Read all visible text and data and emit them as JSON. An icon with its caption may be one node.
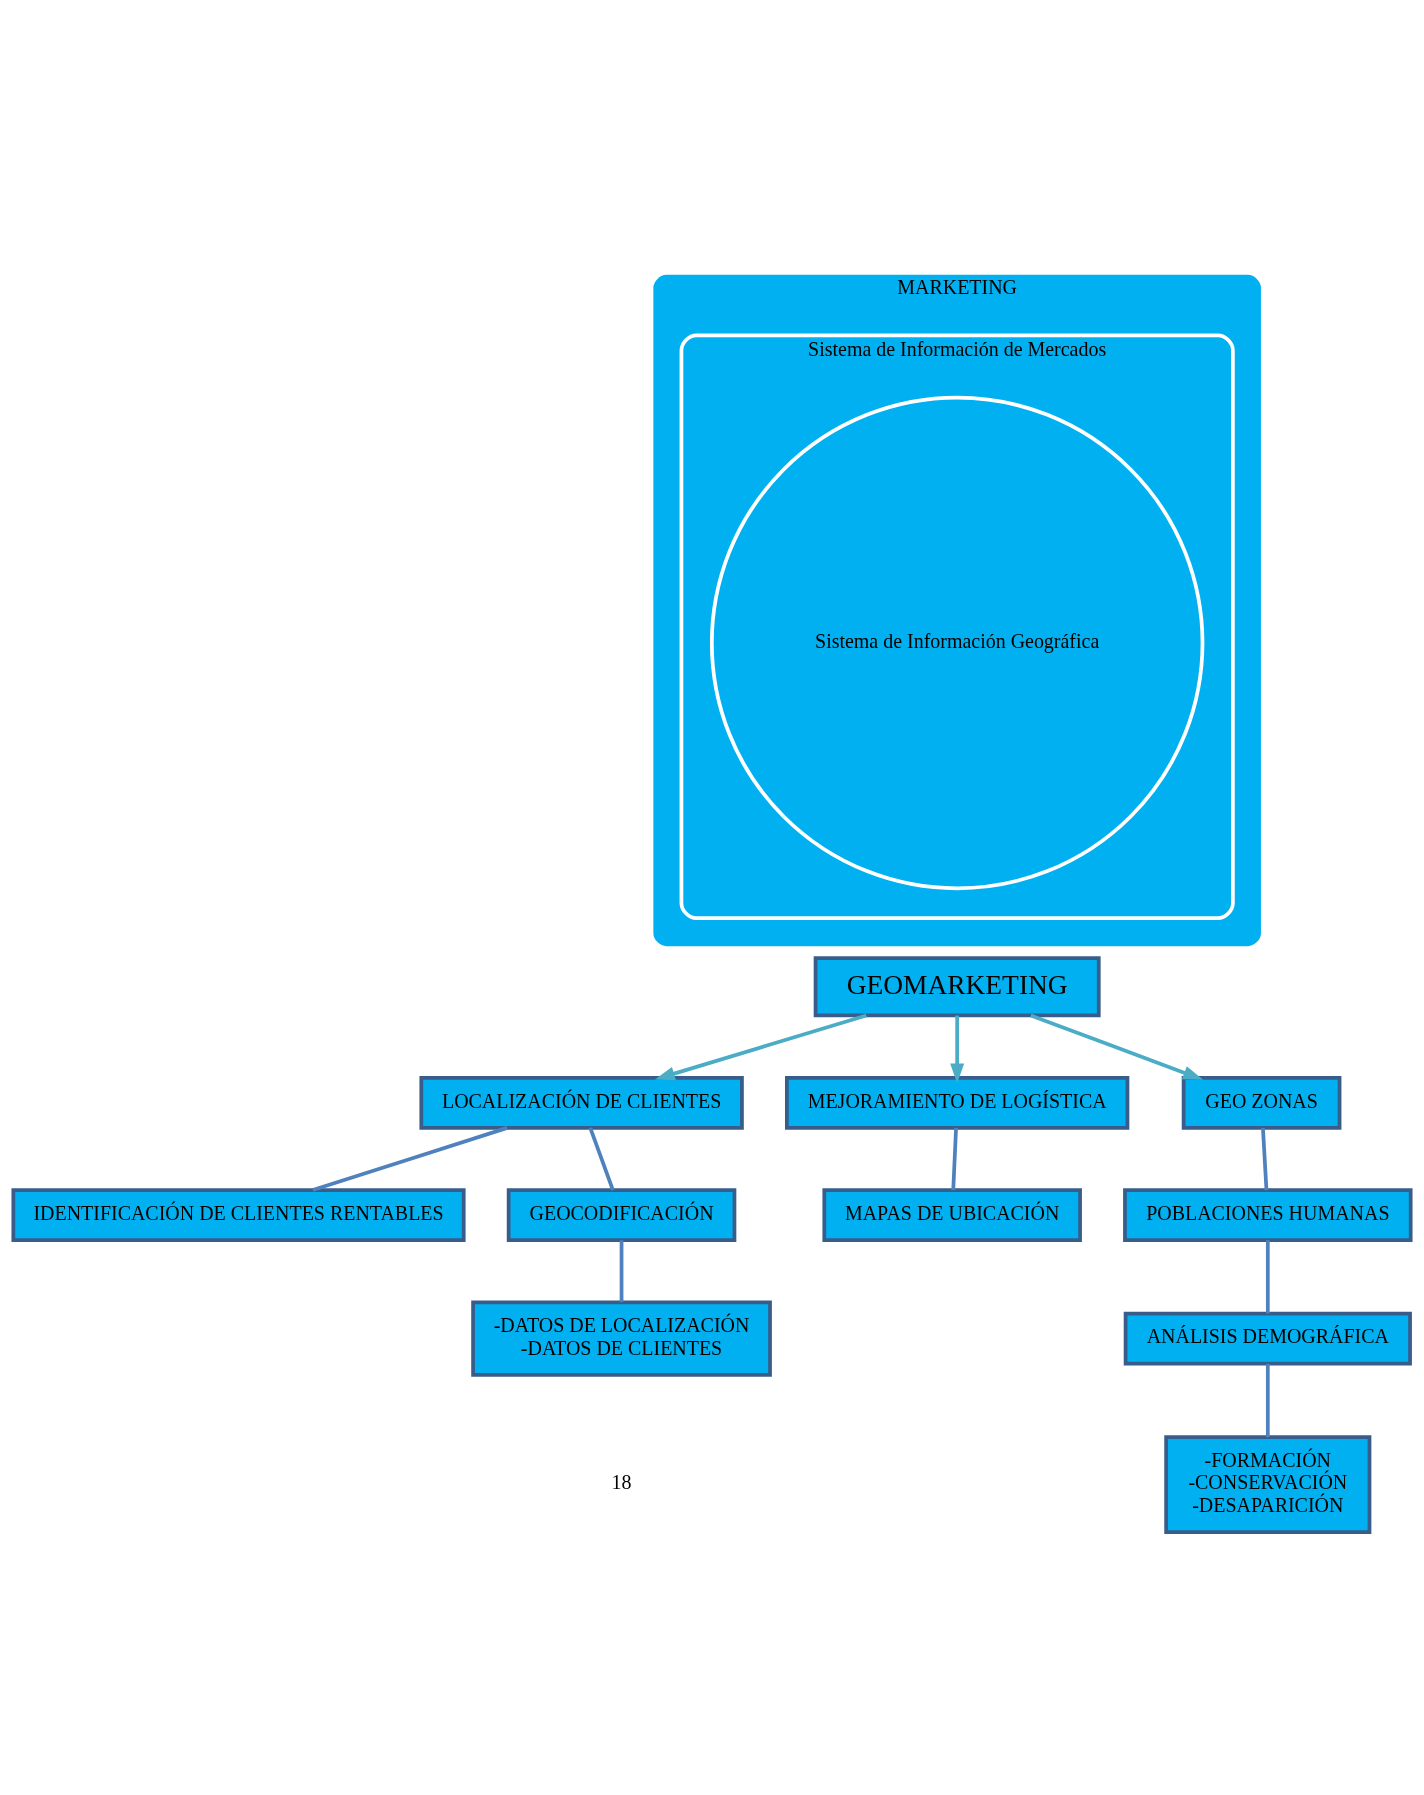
{
  "diagram": {
    "nodes": [
      {
        "text": [
          "MARKETING"
        ]
      },
      {
        "text": [
          "Sistema de Información de Mercados"
        ],
        "in": 0
      },
      {
        "text": [
          "Sistema de Información Geográfica"
        ],
        "in": 1
      },
      {
        "text": [
          "GEOMARKETING"
        ]
      },
      {
        "text": [
          "LOCALIZACIÓN DE CLIENTES"
        ]
      },
      {
        "text": [
          "MEJORAMIENTO DE LOGÍSTICA"
        ]
      },
      {
        "text": [
          "GEO ZONAS"
        ]
      },
      {
        "text": [
          "IDENTIFICACIÓN DE CLIENTES RENTABLES"
        ]
      },
      {
        "text": [
          "GEOCODIFICACIÓN"
        ]
      },
      {
        "text": [
          "MAPAS DE UBICACIÓN"
        ]
      },
      {
        "text": [
          "POBLACIONES HUMANAS"
        ]
      },
      {
        "text": [
          "-DATOS DE LOCALIZACIÓN",
          "-DATOS DE CLIENTES"
        ]
      },
      {
        "text": [
          "ANÁLISIS DEMOGRÁFICA"
        ]
      },
      {
        "text": [
          "-FORMACIÓN",
          "-CONSERVACIÓN",
          "-DESAPARICIÓN"
        ]
      }
    ],
    "edges": [
      {
        "from": 3,
        "to": 4,
        "arrow": "to",
        "color": "#4bacc6"
      },
      {
        "from": 3,
        "to": 5,
        "arrow": "to",
        "color": "#4bacc6"
      },
      {
        "from": 3,
        "to": 6,
        "arrow": "to",
        "color": "#4bacc6"
      },
      {
        "from": 4,
        "to": 7,
        "arrow": "none"
      },
      {
        "from": 4,
        "to": 8,
        "arrow": "none"
      },
      {
        "from": 8,
        "to": 11,
        "arrow": "none"
      },
      {
        "from": 5,
        "to": 9,
        "arrow": "none"
      },
      {
        "from": 6,
        "to": 10,
        "arrow": "none"
      },
      {
        "from": 10,
        "to": 12,
        "arrow": "none"
      },
      {
        "from": 12,
        "to": 13,
        "arrow": "none"
      }
    ],
    "labels": [
      "18"
    ]
  }
}
